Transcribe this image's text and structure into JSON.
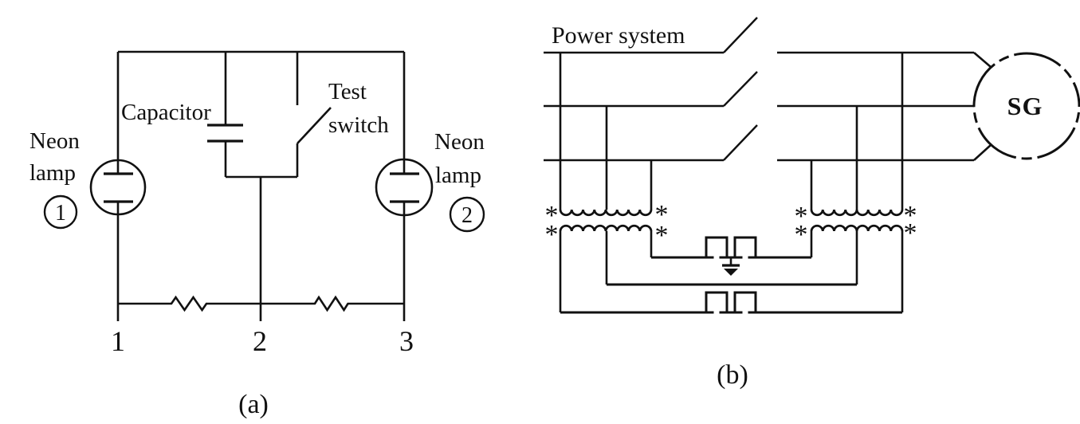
{
  "colors": {
    "line": "#111111",
    "background": "#ffffff"
  },
  "panel_a": {
    "caption": "(a)",
    "left_lamp": {
      "label_line1": "Neon",
      "label_line2": "lamp",
      "number": "1"
    },
    "right_lamp": {
      "label_line1": "Neon",
      "label_line2": "lamp",
      "number": "2"
    },
    "capacitor_label": "Capacitor",
    "test_switch": {
      "label_line1": "Test",
      "label_line2": "switch"
    },
    "terminals": [
      "1",
      "2",
      "3"
    ]
  },
  "panel_b": {
    "caption": "(b)",
    "power_system_label": "Power system",
    "generator_label": "SG",
    "polarity_mark": "*"
  }
}
